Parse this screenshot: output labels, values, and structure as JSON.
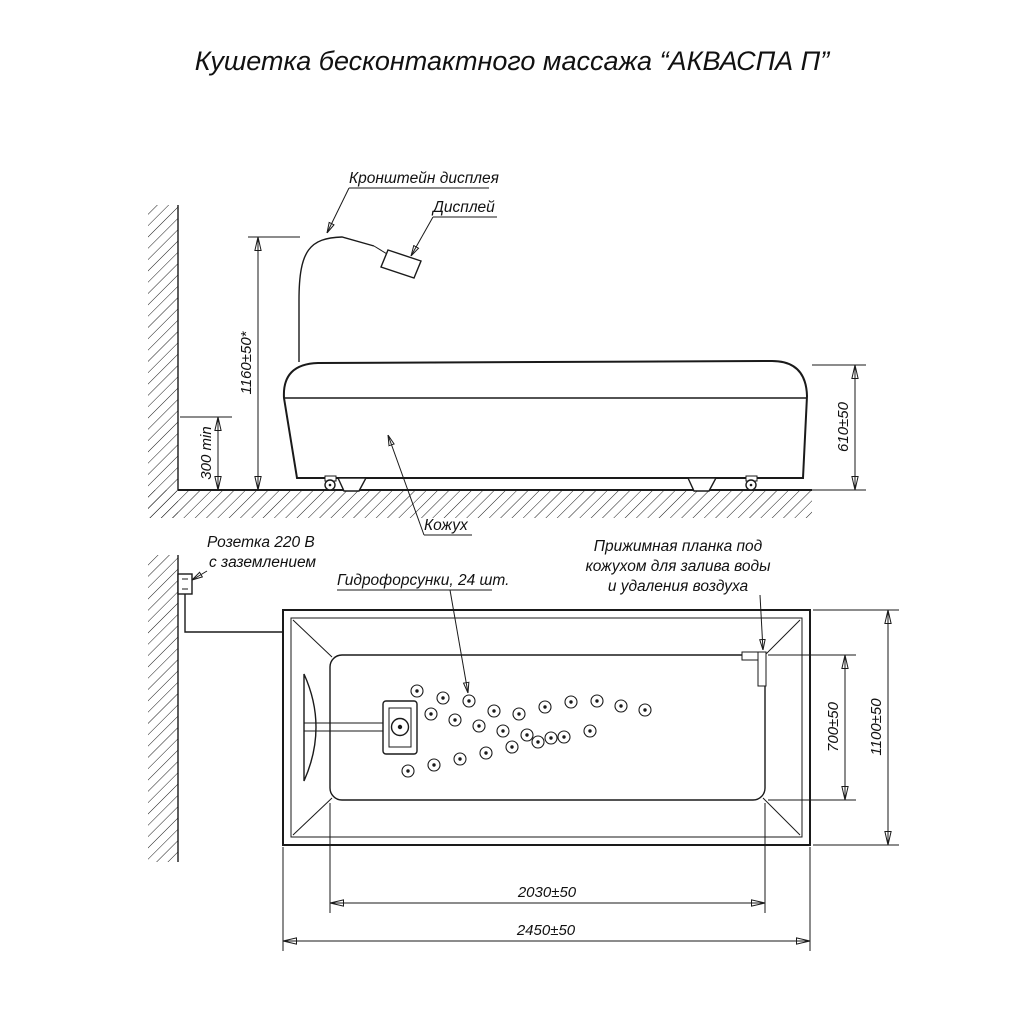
{
  "title": "Кушетка бесконтактного массажа “АКВАСПА П”",
  "side_view": {
    "bracket_label": "Кронштейн дисплея",
    "display_label": "Дисплей",
    "casing_label": "Кожух",
    "socket_label_line1": "Розетка 220 В",
    "socket_label_line2": "с заземлением",
    "dim_height_total": "1160±50*",
    "dim_socket_min": "300 min",
    "dim_couch_height": "610±50"
  },
  "top_view": {
    "jets_label": "Гидрофорсунки, 24 шт.",
    "clamp_label_line1": "Прижимная планка под",
    "clamp_label_line2": "кожухом для залива воды",
    "clamp_label_line3": "и удаления воздуха",
    "dim_inner_width": "700±50",
    "dim_outer_width": "1100±50",
    "dim_inner_length": "2030±50",
    "dim_outer_length": "2450±50"
  }
}
